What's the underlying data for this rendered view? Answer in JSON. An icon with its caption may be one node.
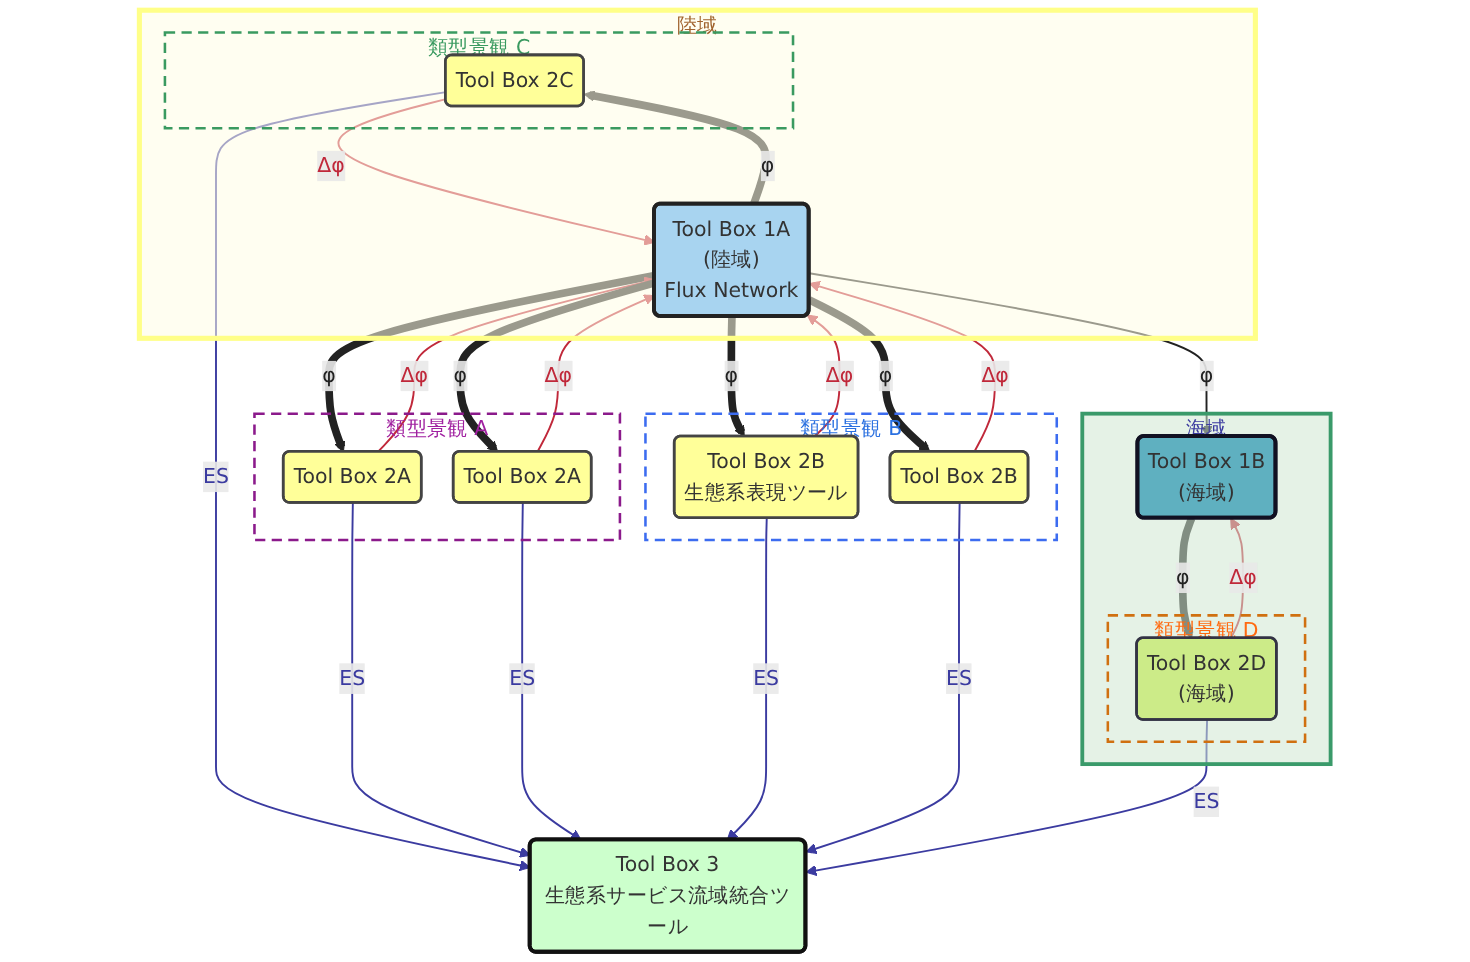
{
  "diagram": {
    "nodes": [
      {
        "text": [
          "陸域"
        ]
      },
      {
        "text": [
          "類型景観 C"
        ],
        "in": 0
      },
      {
        "text": [
          "Tool Box 2C"
        ],
        "in": 1
      },
      {
        "text": [
          "類型景観 A"
        ]
      },
      {
        "text": [
          "Tool Box 2A"
        ],
        "in": 3
      },
      {
        "text": [
          "Tool Box 2A"
        ],
        "in": 3
      },
      {
        "text": [
          "Tool Box 1A",
          "(陸域)",
          "Flux Network"
        ],
        "in": 0
      },
      {
        "text": [
          "類型景観 B"
        ]
      },
      {
        "text": [
          "Tool Box 2B",
          "生態系表現ツール"
        ],
        "in": 7
      },
      {
        "text": [
          "Tool Box 2B"
        ],
        "in": 7
      },
      {
        "text": [
          "海域"
        ]
      },
      {
        "text": [
          "Tool Box 1B",
          "(海域)"
        ],
        "in": 10
      },
      {
        "text": [
          "類型景観 D"
        ],
        "in": 10
      },
      {
        "text": [
          "Tool Box 2D",
          "(海域)"
        ],
        "in": 12
      },
      {
        "text": [
          "Tool Box 3",
          "生態系サービス流域統合ツール"
        ]
      }
    ],
    "edges": [
      {
        "from": 6,
        "to": 2,
        "arrow": "to",
        "label": "φ",
        "style": "thick"
      },
      {
        "from": 2,
        "to": 6,
        "arrow": "to",
        "label": "Δφ",
        "color": "#c0283a"
      },
      {
        "from": 6,
        "to": 4,
        "arrow": "to",
        "label": "φ",
        "style": "thick"
      },
      {
        "from": 4,
        "to": 6,
        "arrow": "to",
        "label": "Δφ",
        "color": "#c0283a"
      },
      {
        "from": 6,
        "to": 5,
        "arrow": "to",
        "label": "φ",
        "style": "thick"
      },
      {
        "from": 5,
        "to": 6,
        "arrow": "to",
        "label": "Δφ",
        "color": "#c0283a"
      },
      {
        "from": 6,
        "to": 8,
        "arrow": "to",
        "label": "φ",
        "style": "thick"
      },
      {
        "from": 8,
        "to": 6,
        "arrow": "to",
        "label": "Δφ",
        "color": "#c0283a"
      },
      {
        "from": 6,
        "to": 9,
        "arrow": "to",
        "label": "φ",
        "style": "thick"
      },
      {
        "from": 9,
        "to": 6,
        "arrow": "to",
        "label": "Δφ",
        "color": "#c0283a"
      },
      {
        "from": 6,
        "to": 11,
        "arrow": "to",
        "label": "φ"
      },
      {
        "from": 11,
        "to": 13,
        "arrow": "to",
        "label": "φ",
        "style": "thick"
      },
      {
        "from": 13,
        "to": 11,
        "arrow": "to",
        "label": "Δφ",
        "color": "#c0283a"
      },
      {
        "from": 2,
        "to": 14,
        "arrow": "to",
        "label": "ES",
        "color": "#3b3ba0"
      },
      {
        "from": 4,
        "to": 14,
        "arrow": "to",
        "label": "ES",
        "color": "#3b3ba0"
      },
      {
        "from": 5,
        "to": 14,
        "arrow": "to",
        "label": "ES",
        "color": "#3b3ba0"
      },
      {
        "from": 8,
        "to": 14,
        "arrow": "to",
        "label": "ES",
        "color": "#3b3ba0"
      },
      {
        "from": 9,
        "to": 14,
        "arrow": "to",
        "label": "ES",
        "color": "#3b3ba0"
      },
      {
        "from": 13,
        "to": 14,
        "arrow": "to",
        "label": "ES",
        "color": "#3b3ba0"
      }
    ]
  }
}
